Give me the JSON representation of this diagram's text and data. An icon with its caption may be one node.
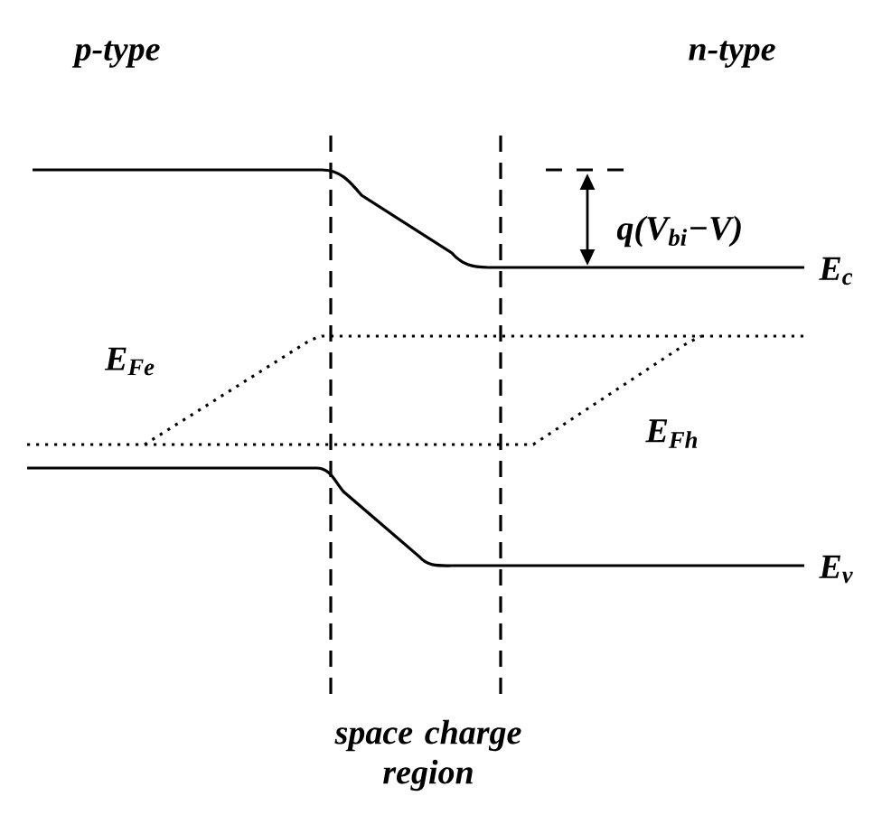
{
  "diagram": {
    "labels": [
      "p-type",
      "n-type",
      "q(V$_{bi}$−V)",
      "E$_{c}$",
      "E$_{Fe}$",
      "E$_{Fh}$",
      "E$_{v}$",
      "space charge region"
    ]
  }
}
